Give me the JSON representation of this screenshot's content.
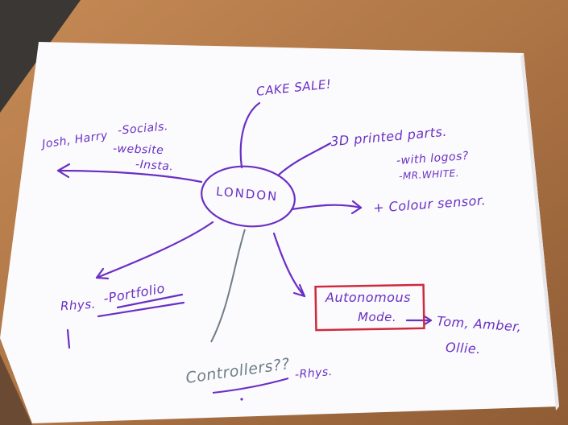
{
  "photo": {
    "colors": {
      "ink": "#6a2fc4",
      "grey_ink": "#6f7d8a",
      "red_box": "#d0283c",
      "paper": "#fbfbfd",
      "table": "#b07848"
    }
  },
  "mindmap": {
    "center": "LONDON",
    "cake": "CAKE SALE!",
    "printed": "3D printed parts.",
    "logos": "-with logos?",
    "white": "-MR.WHITE.",
    "colour": "+ Colour sensor.",
    "auto1": "Autonomous",
    "auto2": "Mode.",
    "tom": "Tom, Amber,",
    "ollie": "Ollie.",
    "controllers": "Controllers??",
    "rhys_dash": "-Rhys.",
    "rhys": "Rhys.",
    "portfolio": "-Portfolio",
    "josh": "Josh, Harry",
    "socials": "-Socials.",
    "website": "-website",
    "insta": "-Insta."
  }
}
